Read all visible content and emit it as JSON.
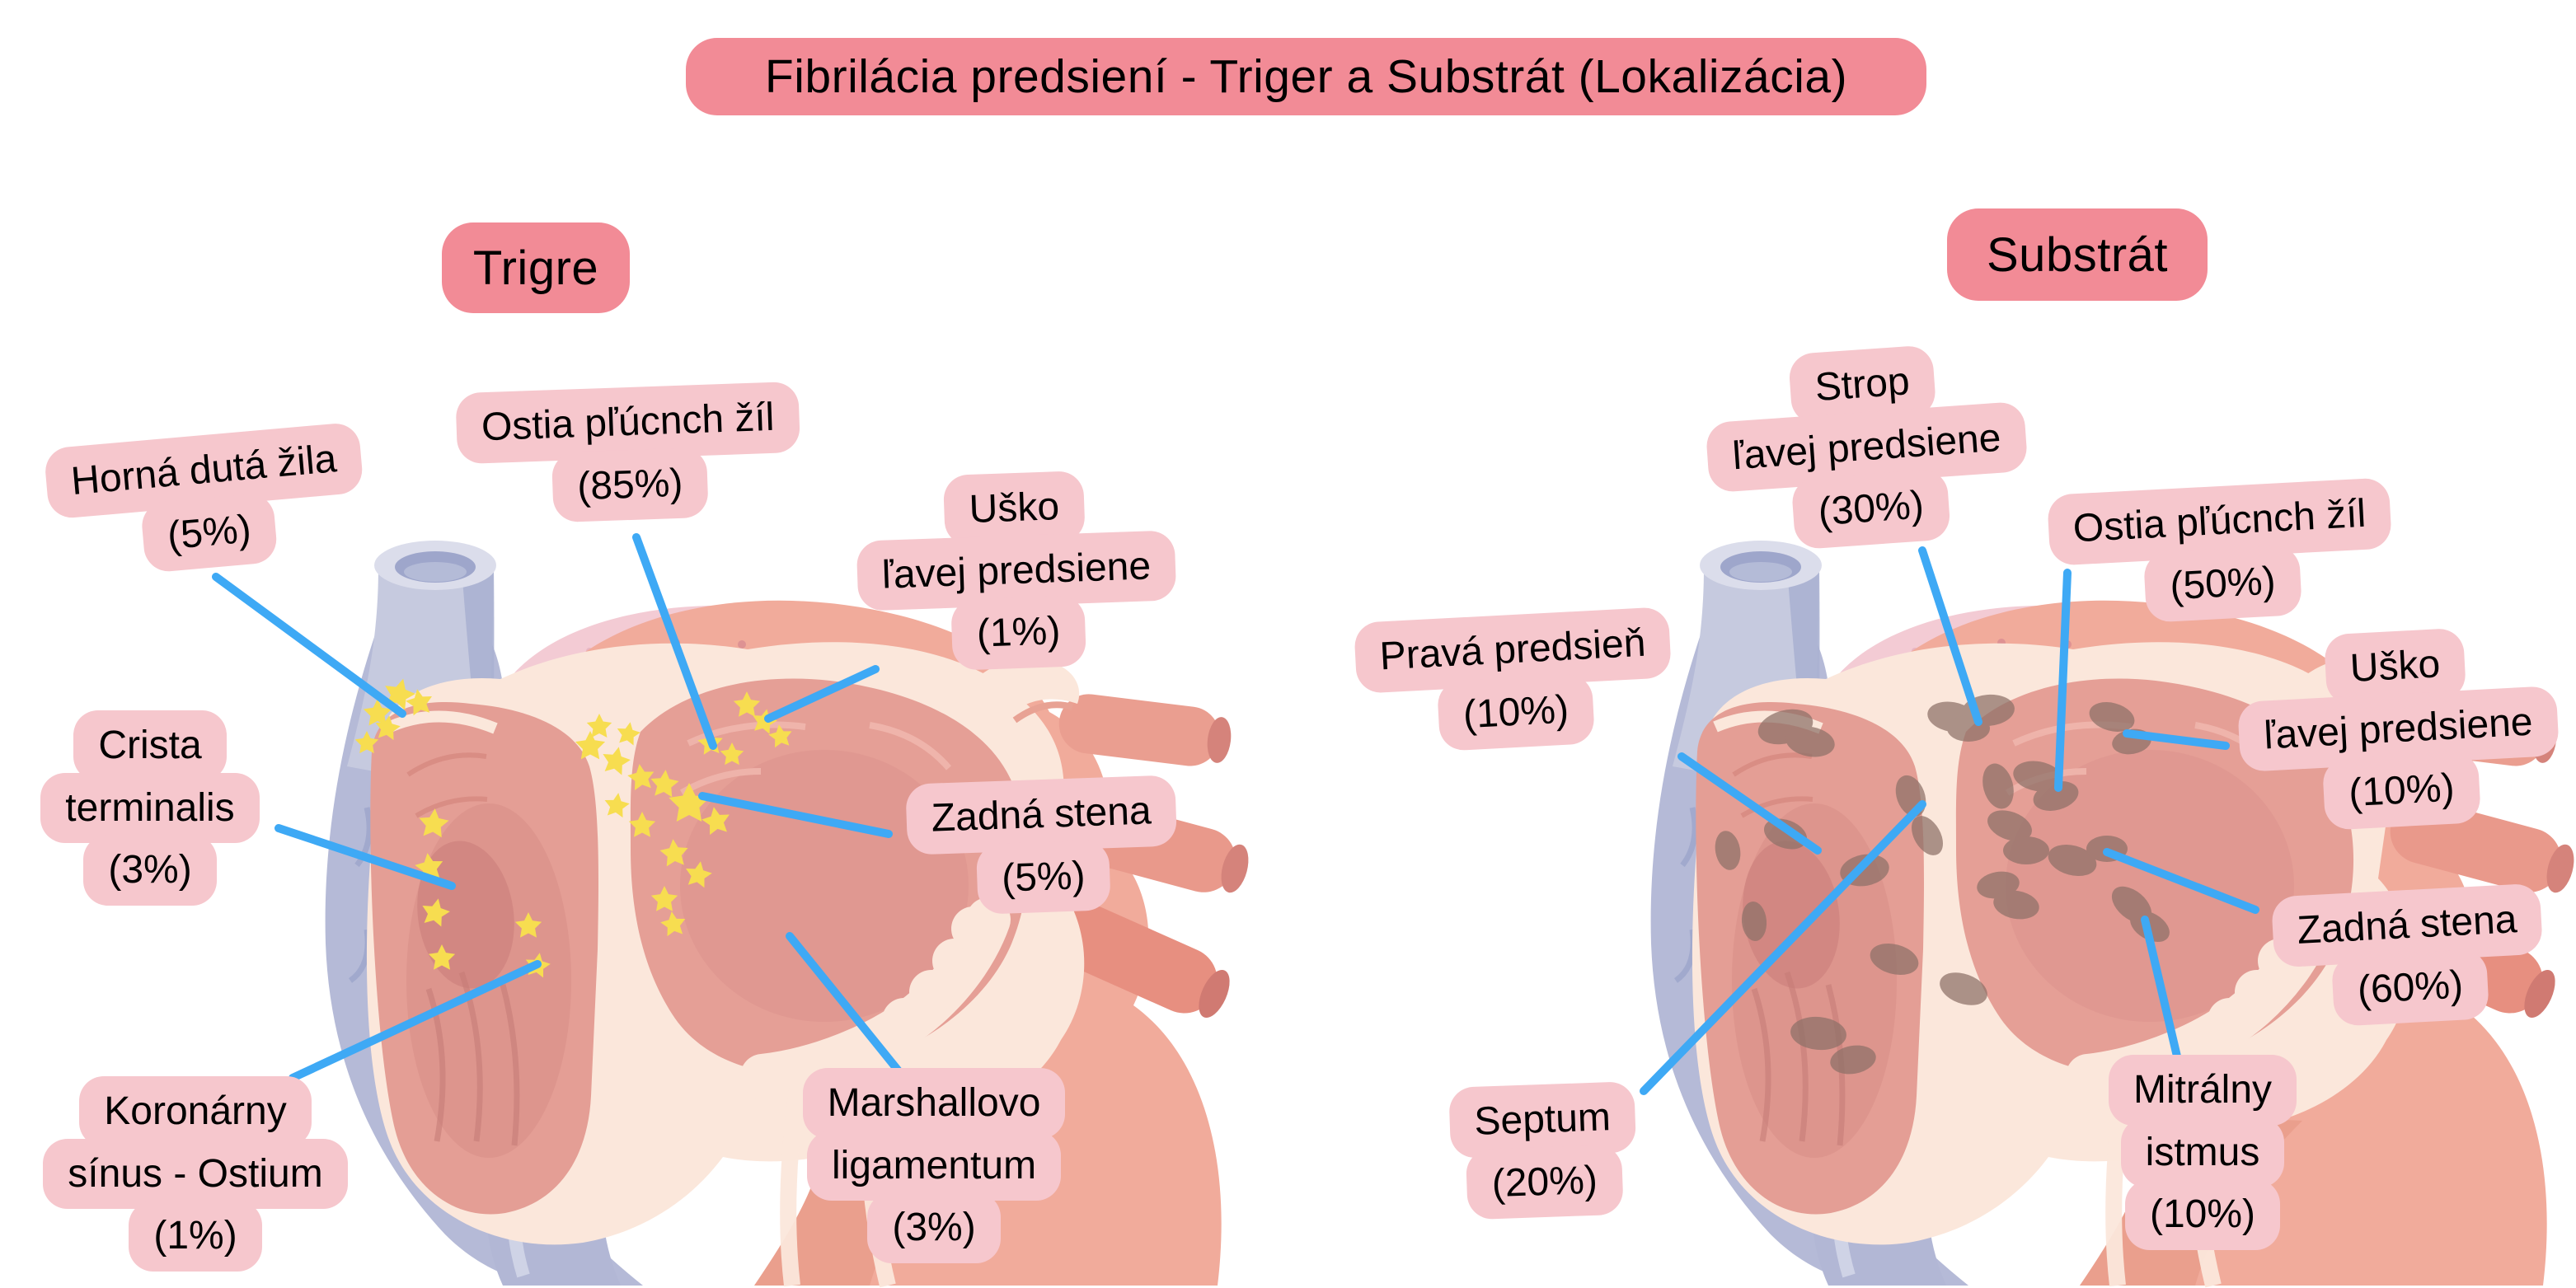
{
  "title": "Fibrilácia predsiení - Triger a Substrát (Lokalizácia)",
  "colors": {
    "header_pill": "#F28B96",
    "label_bubble": "#F6C7CD",
    "leader_line": "#3EA9F5",
    "trigger_marker": "#F7DD50",
    "substrate_marker": "#8D7168"
  },
  "panels": {
    "trigger": {
      "header": "Trigre",
      "marker": "star",
      "labels": {
        "horna_duta_zila": {
          "lines": [
            "Horná dutá žila",
            "(5%)"
          ]
        },
        "ostia_plucnych_zil": {
          "lines": [
            "Ostia pľúcnch žíl",
            "(85%)"
          ]
        },
        "usko_lavej_predsiene": {
          "lines": [
            "Uško",
            "ľavej predsiene",
            "(1%)"
          ]
        },
        "crista_terminalis": {
          "lines": [
            "Crista",
            "terminalis",
            "(3%)"
          ]
        },
        "zadna_stena": {
          "lines": [
            "Zadná stena",
            "(5%)"
          ]
        },
        "koronarny_sinus": {
          "lines": [
            "Koronárny",
            "sínus - Ostium",
            "(1%)"
          ]
        },
        "marshallovo_ligamentum": {
          "lines": [
            "Marshallovo",
            "ligamentum",
            "(3%)"
          ]
        }
      }
    },
    "substrate": {
      "header": "Substrát",
      "marker": "blob",
      "labels": {
        "strop_lavej_predsiene": {
          "lines": [
            "Strop",
            "ľavej predsiene",
            "(30%)"
          ]
        },
        "ostia_plucnych_zil": {
          "lines": [
            "Ostia pľúcnch žíl",
            "(50%)"
          ]
        },
        "prava_predsien": {
          "lines": [
            "Pravá predsieň",
            "(10%)"
          ]
        },
        "usko_lavej_predsiene": {
          "lines": [
            "Uško",
            "ľavej predsiene",
            "(10%)"
          ]
        },
        "zadna_stena": {
          "lines": [
            "Zadná stena",
            "(60%)"
          ]
        },
        "septum": {
          "lines": [
            "Septum",
            "(20%)"
          ]
        },
        "mitralny_istmus": {
          "lines": [
            "Mitrálny",
            "istmus",
            "(10%)"
          ]
        }
      }
    }
  }
}
